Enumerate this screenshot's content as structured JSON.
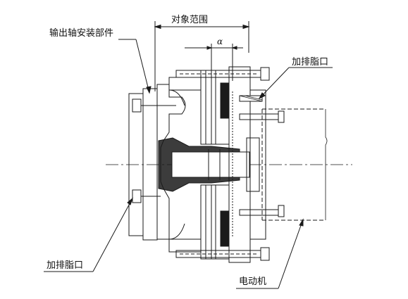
{
  "labels": {
    "object_range": "对象范围",
    "output_shaft_parts": "输出轴安装部件",
    "grease_inlet_top": "加排脂口",
    "grease_inlet_bottom": "加排脂口",
    "motor": "电动机",
    "dimension_symbol": "α"
  }
}
